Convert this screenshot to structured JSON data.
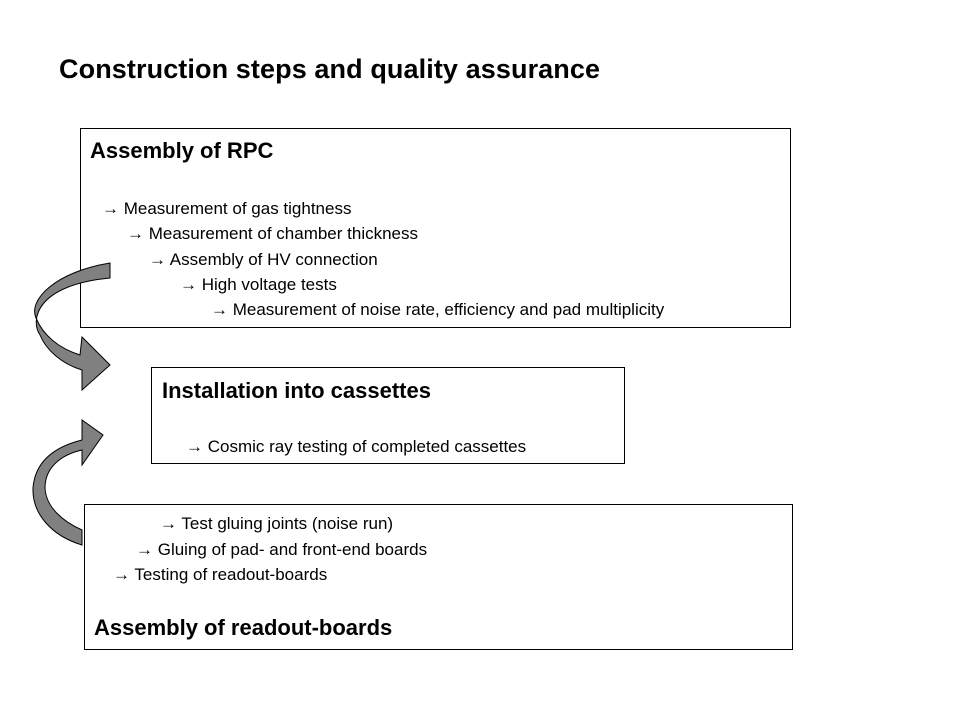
{
  "title": "Construction steps and quality assurance",
  "rpc": {
    "heading": "Assembly of RPC",
    "steps": [
      "→ Measurement of gas tightness",
      "→ Measurement of chamber thickness",
      "→ Assembly of HV connection",
      "→ High voltage tests",
      "→ Measurement of noise rate, efficiency and pad multiplicity"
    ]
  },
  "cassettes": {
    "heading": "Installation into cassettes",
    "steps": [
      "→ Cosmic ray testing of completed cassettes"
    ]
  },
  "readout": {
    "heading": "Assembly of readout-boards",
    "steps": [
      "→ Test gluing joints (noise run)",
      "→ Gluing of pad- and front-end boards",
      "→ Testing of readout-boards"
    ]
  },
  "colors": {
    "arrow_fill": "#808080",
    "arrow_stroke": "#000000"
  }
}
